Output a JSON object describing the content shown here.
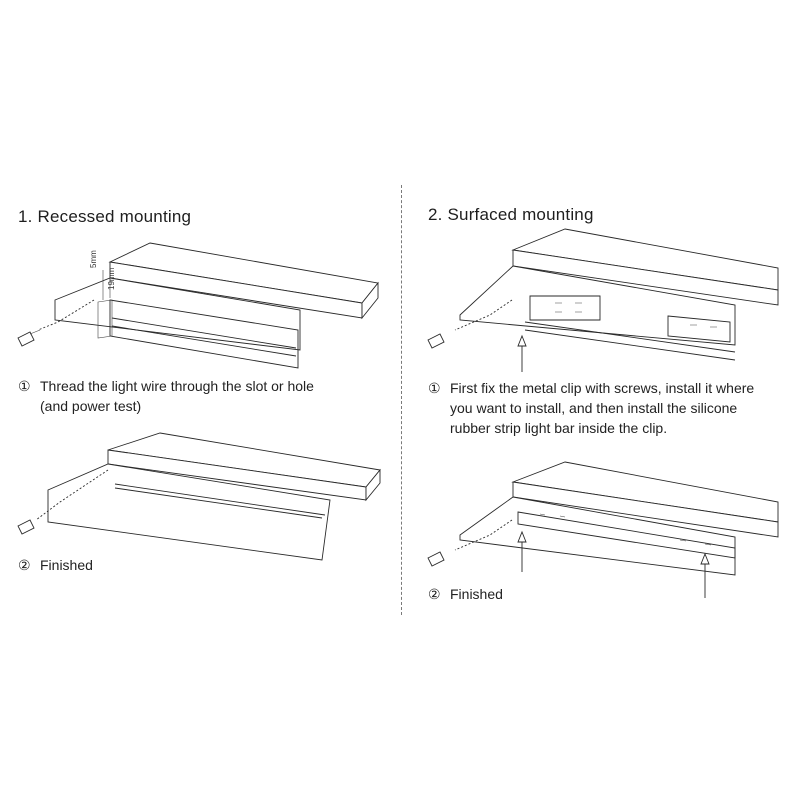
{
  "left": {
    "heading": "1. Recessed mounting",
    "step1": {
      "num": "①",
      "text": "Thread the light wire through the slot or hole",
      "text2": "(and power test)"
    },
    "step2": {
      "num": "②",
      "text": "Finished"
    },
    "dims": [
      "5mm",
      "19mm"
    ]
  },
  "right": {
    "heading": "2. Surfaced mounting",
    "step1": {
      "num": "①",
      "line1": "First fix the metal clip with screws, install it where",
      "line2": "you want to install, and then install the silicone",
      "line3": "rubber strip light bar inside the clip."
    },
    "step2": {
      "num": "②",
      "text": "Finished"
    }
  }
}
